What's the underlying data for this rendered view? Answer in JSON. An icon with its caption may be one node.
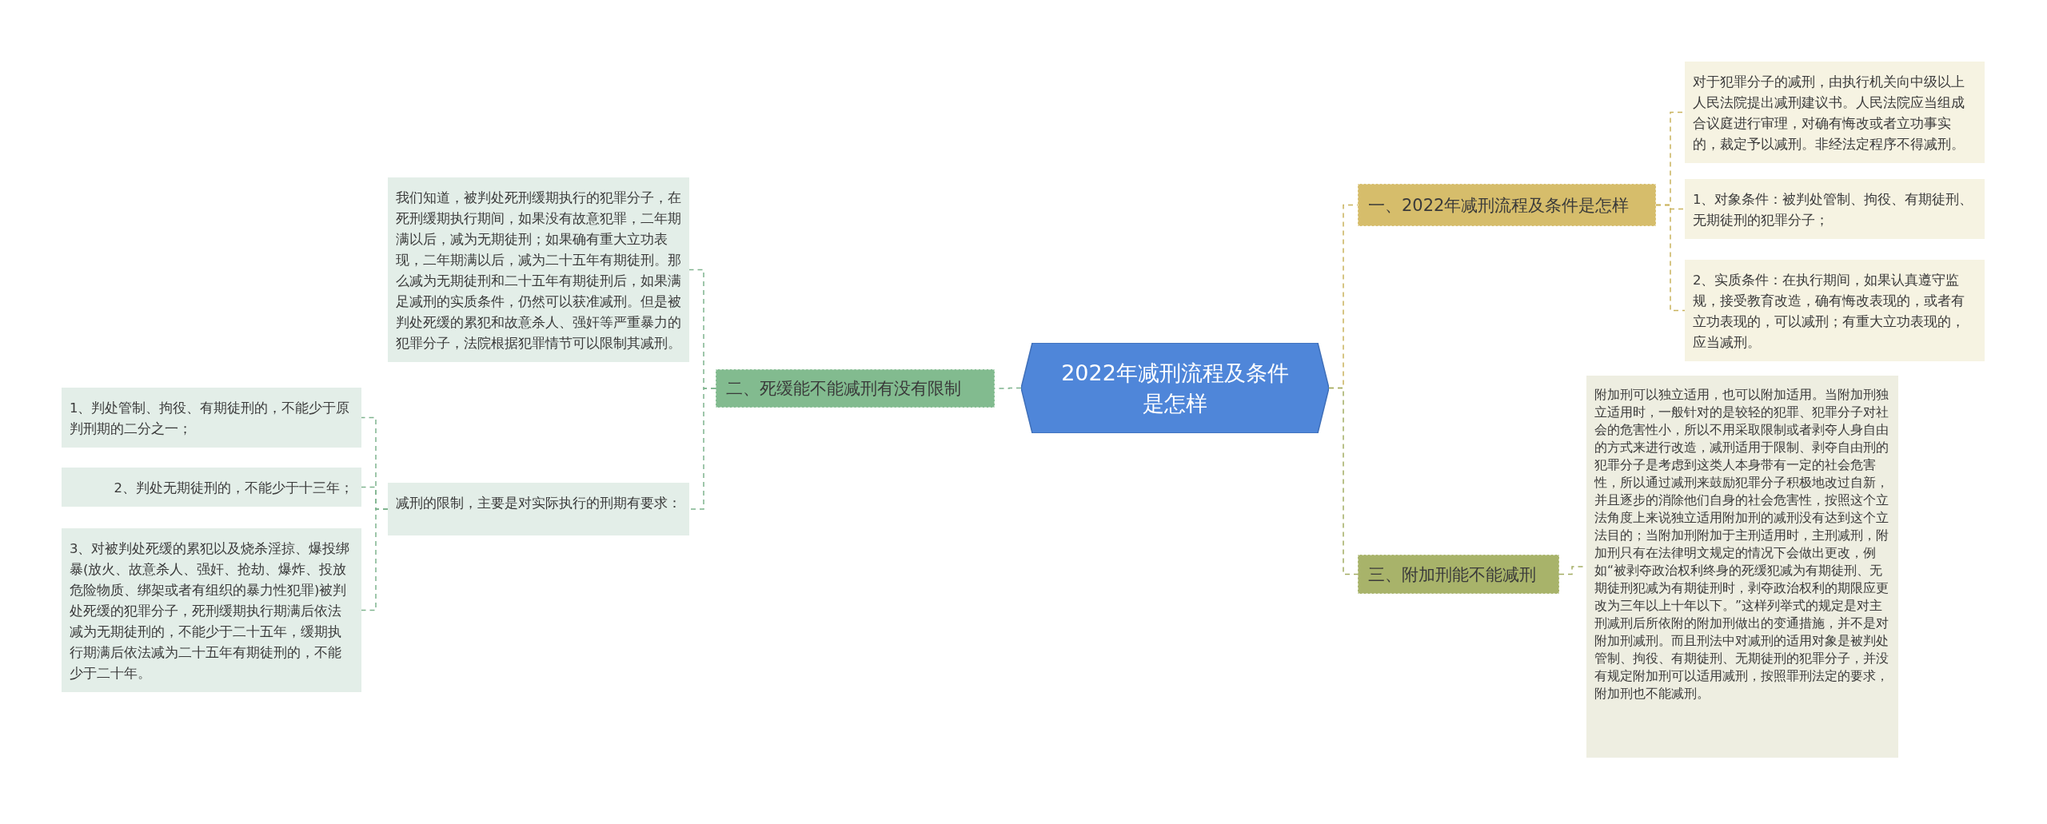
{
  "diagram": {
    "nodes": [
      {
        "text": [
          "2022年减刑流程及条件是怎样"
        ]
      },
      {
        "text": [
          "一、2022年减刑流程及条件是怎样"
        ]
      },
      {
        "text": [
          "对于犯罪分子的减刑，由执行机关向中级以上人民法院提出减刑建议书。人民法院应当组成合议庭进行审理，对确有悔改或者立功事实的，裁定予以减刑。非经法定程序不得减刑。"
        ]
      },
      {
        "text": [
          "1、对象条件：被判处管制、拘役、有期徒刑、无期徒刑的犯罪分子；"
        ]
      },
      {
        "text": [
          "2、实质条件：在执行期间，如果认真遵守监规，接受教育改造，确有悔改表现的，或者有立功表现的，可以减刑；有重大立功表现的，应当减刑。"
        ]
      },
      {
        "text": [
          "二、死缓能不能减刑有没有限制"
        ]
      },
      {
        "text": [
          "我们知道，被判处死刑缓期执行的犯罪分子，在死刑缓期执行期间，如果没有故意犯罪，二年期满以后，减为无期徒刑；如果确有重大立功表现，二年期满以后，减为二十五年有期徒刑。那么减为无期徒刑和二十五年有期徒刑后，如果满足减刑的实质条件，仍然可以获准减刑。但是被判处死缓的累犯和故意杀人、强奸等严重暴力的犯罪分子，法院根据犯罪情节可以限制其减刑。"
        ]
      },
      {
        "text": [
          "减刑的限制，主要是对实际执行的刑期有要求："
        ]
      },
      {
        "text": [
          "1、判处管制、拘役、有期徒刑的，不能少于原判刑期的二分之一；"
        ]
      },
      {
        "text": [
          "2、判处无期徒刑的，不能少于十三年；"
        ]
      },
      {
        "text": [
          "3、对被判处死缓的累犯以及烧杀淫掠、爆投绑暴(放火、故意杀人、强奸、抢劫、爆炸、投放危险物质、绑架或者有组织的暴力性犯罪)被判处死缓的犯罪分子，死刑缓期执行期满后依法减为无期徒刑的，不能少于二十五年，缓期执行期满后依法减为二十五年有期徒刑的，不能少于二十年。"
        ]
      },
      {
        "text": [
          "三、附加刑能不能减刑"
        ]
      },
      {
        "text": [
          "附加刑可以独立适用，也可以附加适用。当附加刑独立适用时，一般针对的是较轻的犯罪、犯罪分子对社会的危害性小，所以不用采取限制或者剥夺人身自由的方式来进行改造，减刑适用于限制、剥夺自由刑的犯罪分子是考虑到这类人本身带有一定的社会危害性，所以通过减刑来鼓励犯罪分子积极地改过自新，并且逐步的消除他们自身的社会危害性，按照这个立法角度上来说独立适用附加刑的减刑没有达到这个立法目的；当附加刑附加于主刑适用时，主刑减刑，附加刑只有在法律明文规定的情况下会做出更改，例如“被剥夺政治权利终身的死缓犯减为有期徒刑、无期徒刑犯减为有期徒刑时，剥夺政治权利的期限应更改为三年以上十年以下。”这样列举式的规定是对主刑减刑后所依附的附加刑做出的变通措施，并不是对附加刑减刑。而且刑法中对减刑的适用对象是被判处管制、拘役、有期徒刑、无期徒刑的犯罪分子，并没有规定附加刑可以适用减刑，按照罪刑法定的要求，附加刑也不能减刑。"
        ]
      }
    ],
    "edges": [
      {
        "from": 0,
        "to": 1,
        "arrow": "none",
        "style": "dashed",
        "color": "#c9b25c"
      },
      {
        "from": 1,
        "to": 2,
        "arrow": "none",
        "style": "dashed",
        "color": "#c9b25c"
      },
      {
        "from": 1,
        "to": 3,
        "arrow": "none",
        "style": "dashed",
        "color": "#c9b25c"
      },
      {
        "from": 1,
        "to": 4,
        "arrow": "none",
        "style": "dashed",
        "color": "#c9b25c"
      },
      {
        "from": 0,
        "to": 5,
        "arrow": "none",
        "style": "dashed",
        "color": "#7fb48e"
      },
      {
        "from": 5,
        "to": 6,
        "arrow": "none",
        "style": "dashed",
        "color": "#7fb48e"
      },
      {
        "from": 5,
        "to": 7,
        "arrow": "none",
        "style": "dashed",
        "color": "#7fb48e"
      },
      {
        "from": 7,
        "to": 8,
        "arrow": "none",
        "style": "dashed",
        "color": "#7fb48e"
      },
      {
        "from": 7,
        "to": 9,
        "arrow": "none",
        "style": "dashed",
        "color": "#7fb48e"
      },
      {
        "from": 7,
        "to": 10,
        "arrow": "none",
        "style": "dashed",
        "color": "#7fb48e"
      },
      {
        "from": 0,
        "to": 11,
        "arrow": "none",
        "style": "dashed",
        "color": "#a3ad63"
      },
      {
        "from": 11,
        "to": 12,
        "arrow": "none",
        "style": "dashed",
        "color": "#a3ad63"
      }
    ]
  }
}
